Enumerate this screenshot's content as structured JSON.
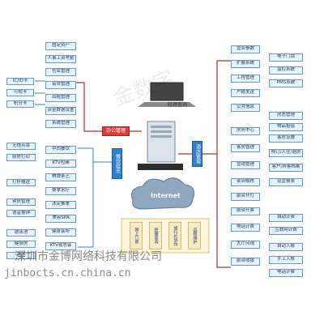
{
  "hub_left": "办公管理",
  "hub_right": "酒店管理",
  "hub_lower_left": "餐饮娱乐",
  "laptop_label": "经理查询",
  "internet_label": "Internet",
  "right_group_top": [
    "营业参数",
    "扩展系统",
    "工程管理",
    "户籍发送",
    "公共信息"
  ],
  "right_subsystems": [
    "电子门锁",
    "监控系统",
    "PMS系统"
  ],
  "right_mid": [
    "房务中心",
    "客房管理",
    "营销管理",
    "夜间稽核"
  ],
  "right_mid_sub": [
    "房态管理",
    "物品租借",
    "客房设施"
  ],
  "right_mid_sub2": [
    "预订/入住/退房",
    "客户/宾客档案",
    "运营报表"
  ],
  "right_bottom": [
    "前台开灯",
    "前台开票",
    "电话计费",
    "大厅问询",
    "前台收银"
  ],
  "right_bottom_sub": [
    "自动计费",
    "互联网计费",
    "自动入账",
    "手工入账",
    "电话计费"
  ],
  "left_office": [
    "固定资产",
    "人事工资考勤",
    "仓库管理",
    "会员管理",
    "出租管理",
    "资金数据设置",
    "系统管理"
  ],
  "left_cards": [
    "IC/ID卡",
    "可视卡",
    "积分卡"
  ],
  "left_dining": [
    "中西餐饮",
    "KTV包厢",
    "棋牌茶艺",
    "桑拿水疗",
    "沐足推拿",
    "美容SPA",
    "健身会所",
    "KTV夜总会"
  ],
  "left_dining_side": [
    "无线点菜",
    "厨房打印",
    "打折赠送",
    "钟房管理",
    "语音报钟",
    "游泳池",
    "健身房",
    "酒吧"
  ],
  "bottom_boxes": [
    "网上订房",
    "经理查询",
    "旅行社协作",
    "远程维护"
  ],
  "watermark_text": "深圳市金博网络科技有限公司",
  "watermark_url": "jinbocts.cn.china.cn",
  "stamp_text": "金数字"
}
